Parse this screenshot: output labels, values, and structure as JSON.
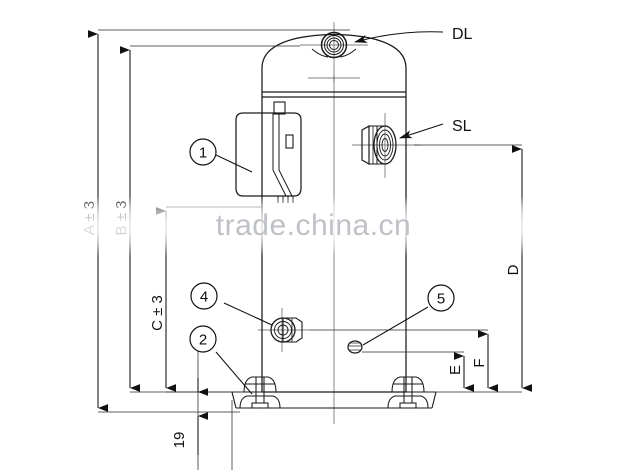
{
  "drawing": {
    "title": "Scroll compressor outline dimension drawing",
    "line_color": "#1a1a1a",
    "thin_line_color": "#3a3a3a",
    "watermark": {
      "text": "trade.china.cn",
      "color": "#b9bcc2"
    }
  },
  "port_labels": {
    "discharge_line": "DL",
    "suction_line": "SL"
  },
  "dimension_labels": {
    "a": "A ± 3",
    "b": "B ± 3",
    "c": "C ± 3",
    "d": "D",
    "e": "E",
    "f": "F",
    "base_height": "19"
  },
  "callouts": [
    {
      "id": "1",
      "label": "1"
    },
    {
      "id": "2",
      "label": "2"
    },
    {
      "id": "4",
      "label": "4"
    },
    {
      "id": "5",
      "label": "5"
    }
  ]
}
